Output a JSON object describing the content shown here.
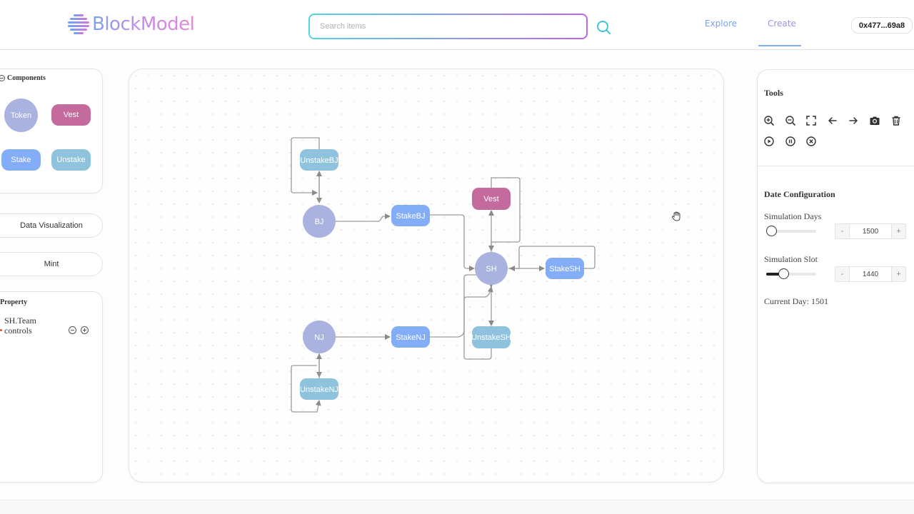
{
  "header": {
    "logo_text": "BlockModel",
    "search_placeholder": "Search items",
    "nav": {
      "explore": "Explore",
      "create": "Create"
    },
    "wallet": "0x477...69a8",
    "accent_colors": {
      "gradient_start": "#4dd8e0",
      "gradient_end": "#c064ee",
      "nav_blue": "#7aa0f0"
    }
  },
  "components": {
    "title": "Components",
    "items": [
      {
        "label": "Token",
        "color": "#aab2e0"
      },
      {
        "label": "Vest",
        "color": "#c46a9c"
      },
      {
        "label": "Stake",
        "color": "#84adf7"
      },
      {
        "label": "Unstake",
        "color": "#8fc3dd"
      }
    ]
  },
  "buttons": {
    "data_viz": "Data Visualization",
    "mint": "Mint"
  },
  "property": {
    "title": "Property",
    "entity_line1": "SH.Team",
    "entity_line2": "controls"
  },
  "graph": {
    "nodes": {
      "bj": "BJ",
      "nj": "NJ",
      "sh": "SH",
      "unstake_bj": "UnstakeBJ",
      "stake_bj": "StakeBJ",
      "vest": "Vest",
      "stake_sh": "StakeSH",
      "stake_nj": "StakeNJ",
      "unstake_sh": "UnstakeSH",
      "unstake_nj": "UnstakeNJ"
    }
  },
  "tools": {
    "title": "Tools",
    "icons": [
      "zoom-in-icon",
      "zoom-out-icon",
      "fullscreen-icon",
      "arrow-left-icon",
      "arrow-right-icon",
      "camera-icon",
      "trash-icon",
      "play-icon",
      "pause-icon",
      "stop-icon"
    ]
  },
  "date_config": {
    "title": "Date Configuration",
    "sim_days_label": "Simulation Days",
    "sim_days_value": "1500",
    "sim_days_fraction": 0.0,
    "sim_slot_label": "Simulation Slot",
    "sim_slot_value": "1440",
    "sim_slot_fraction": 0.3,
    "current_day": "Current Day: 1501",
    "minus": "-",
    "plus": "+"
  }
}
